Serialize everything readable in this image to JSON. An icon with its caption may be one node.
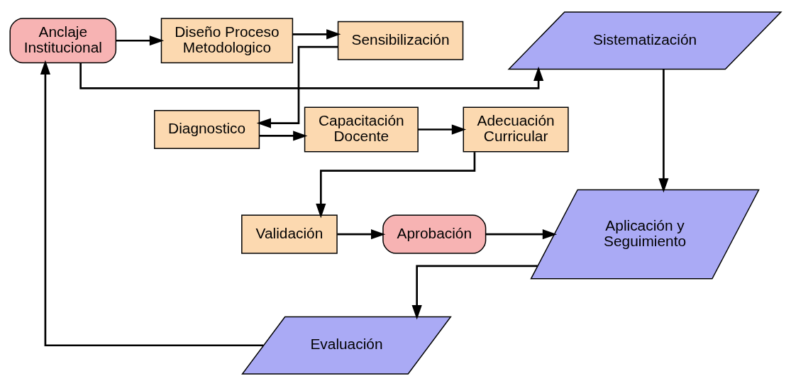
{
  "diagram": {
    "nodes": [
      {
        "text": [
          "Sistematización"
        ]
      },
      {
        "text": [
          "Anclaje Institucional"
        ]
      },
      {
        "text": [
          "Diseño Proceso Metodologico"
        ]
      },
      {
        "text": [
          "Sensibilización"
        ]
      },
      {
        "text": [
          "Adecuación Curricular"
        ]
      },
      {
        "text": [
          "Capacitación Docente"
        ]
      },
      {
        "text": [
          "Diagnostico"
        ]
      },
      {
        "text": [
          "Validación"
        ]
      },
      {
        "text": [
          "Aprobación"
        ]
      },
      {
        "text": [
          "Aplicación y Seguimiento"
        ]
      },
      {
        "text": [
          "Evaluación"
        ]
      }
    ],
    "edges": [
      {
        "from": 1,
        "to": 0,
        "arrow": "to"
      },
      {
        "from": 1,
        "to": 2,
        "arrow": "to"
      },
      {
        "from": 2,
        "to": 3,
        "arrow": "to"
      },
      {
        "from": 3,
        "to": 6,
        "arrow": "to"
      },
      {
        "from": 6,
        "to": 5,
        "arrow": "to"
      },
      {
        "from": 5,
        "to": 4,
        "arrow": "to"
      },
      {
        "from": 4,
        "to": 7,
        "arrow": "to"
      },
      {
        "from": 7,
        "to": 8,
        "arrow": "to"
      },
      {
        "from": 8,
        "to": 9,
        "arrow": "to"
      },
      {
        "from": 0,
        "to": 9,
        "arrow": "to"
      },
      {
        "from": 9,
        "to": 10,
        "arrow": "to"
      },
      {
        "from": 10,
        "to": 1,
        "arrow": "to"
      }
    ]
  }
}
